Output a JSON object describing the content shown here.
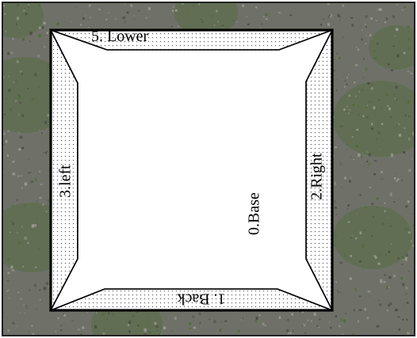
{
  "diagram": {
    "labels": {
      "base": "0.Base",
      "back": "1. Back",
      "right": "2.Right",
      "left": "3.left",
      "lower": "5.  Lower"
    },
    "colors": {
      "frame_border": "#222222",
      "outline": "#000000",
      "center_fill": "#ffffff",
      "strip_fill": "#ffffff",
      "dot_color": "#6b6b6b",
      "background_base": "#6f7168",
      "gravel_light": "#9a9a90",
      "gravel_dark": "#4a4c45",
      "grass": "#4f6a3a"
    },
    "background_texture": "gravel-and-grass-photo"
  }
}
